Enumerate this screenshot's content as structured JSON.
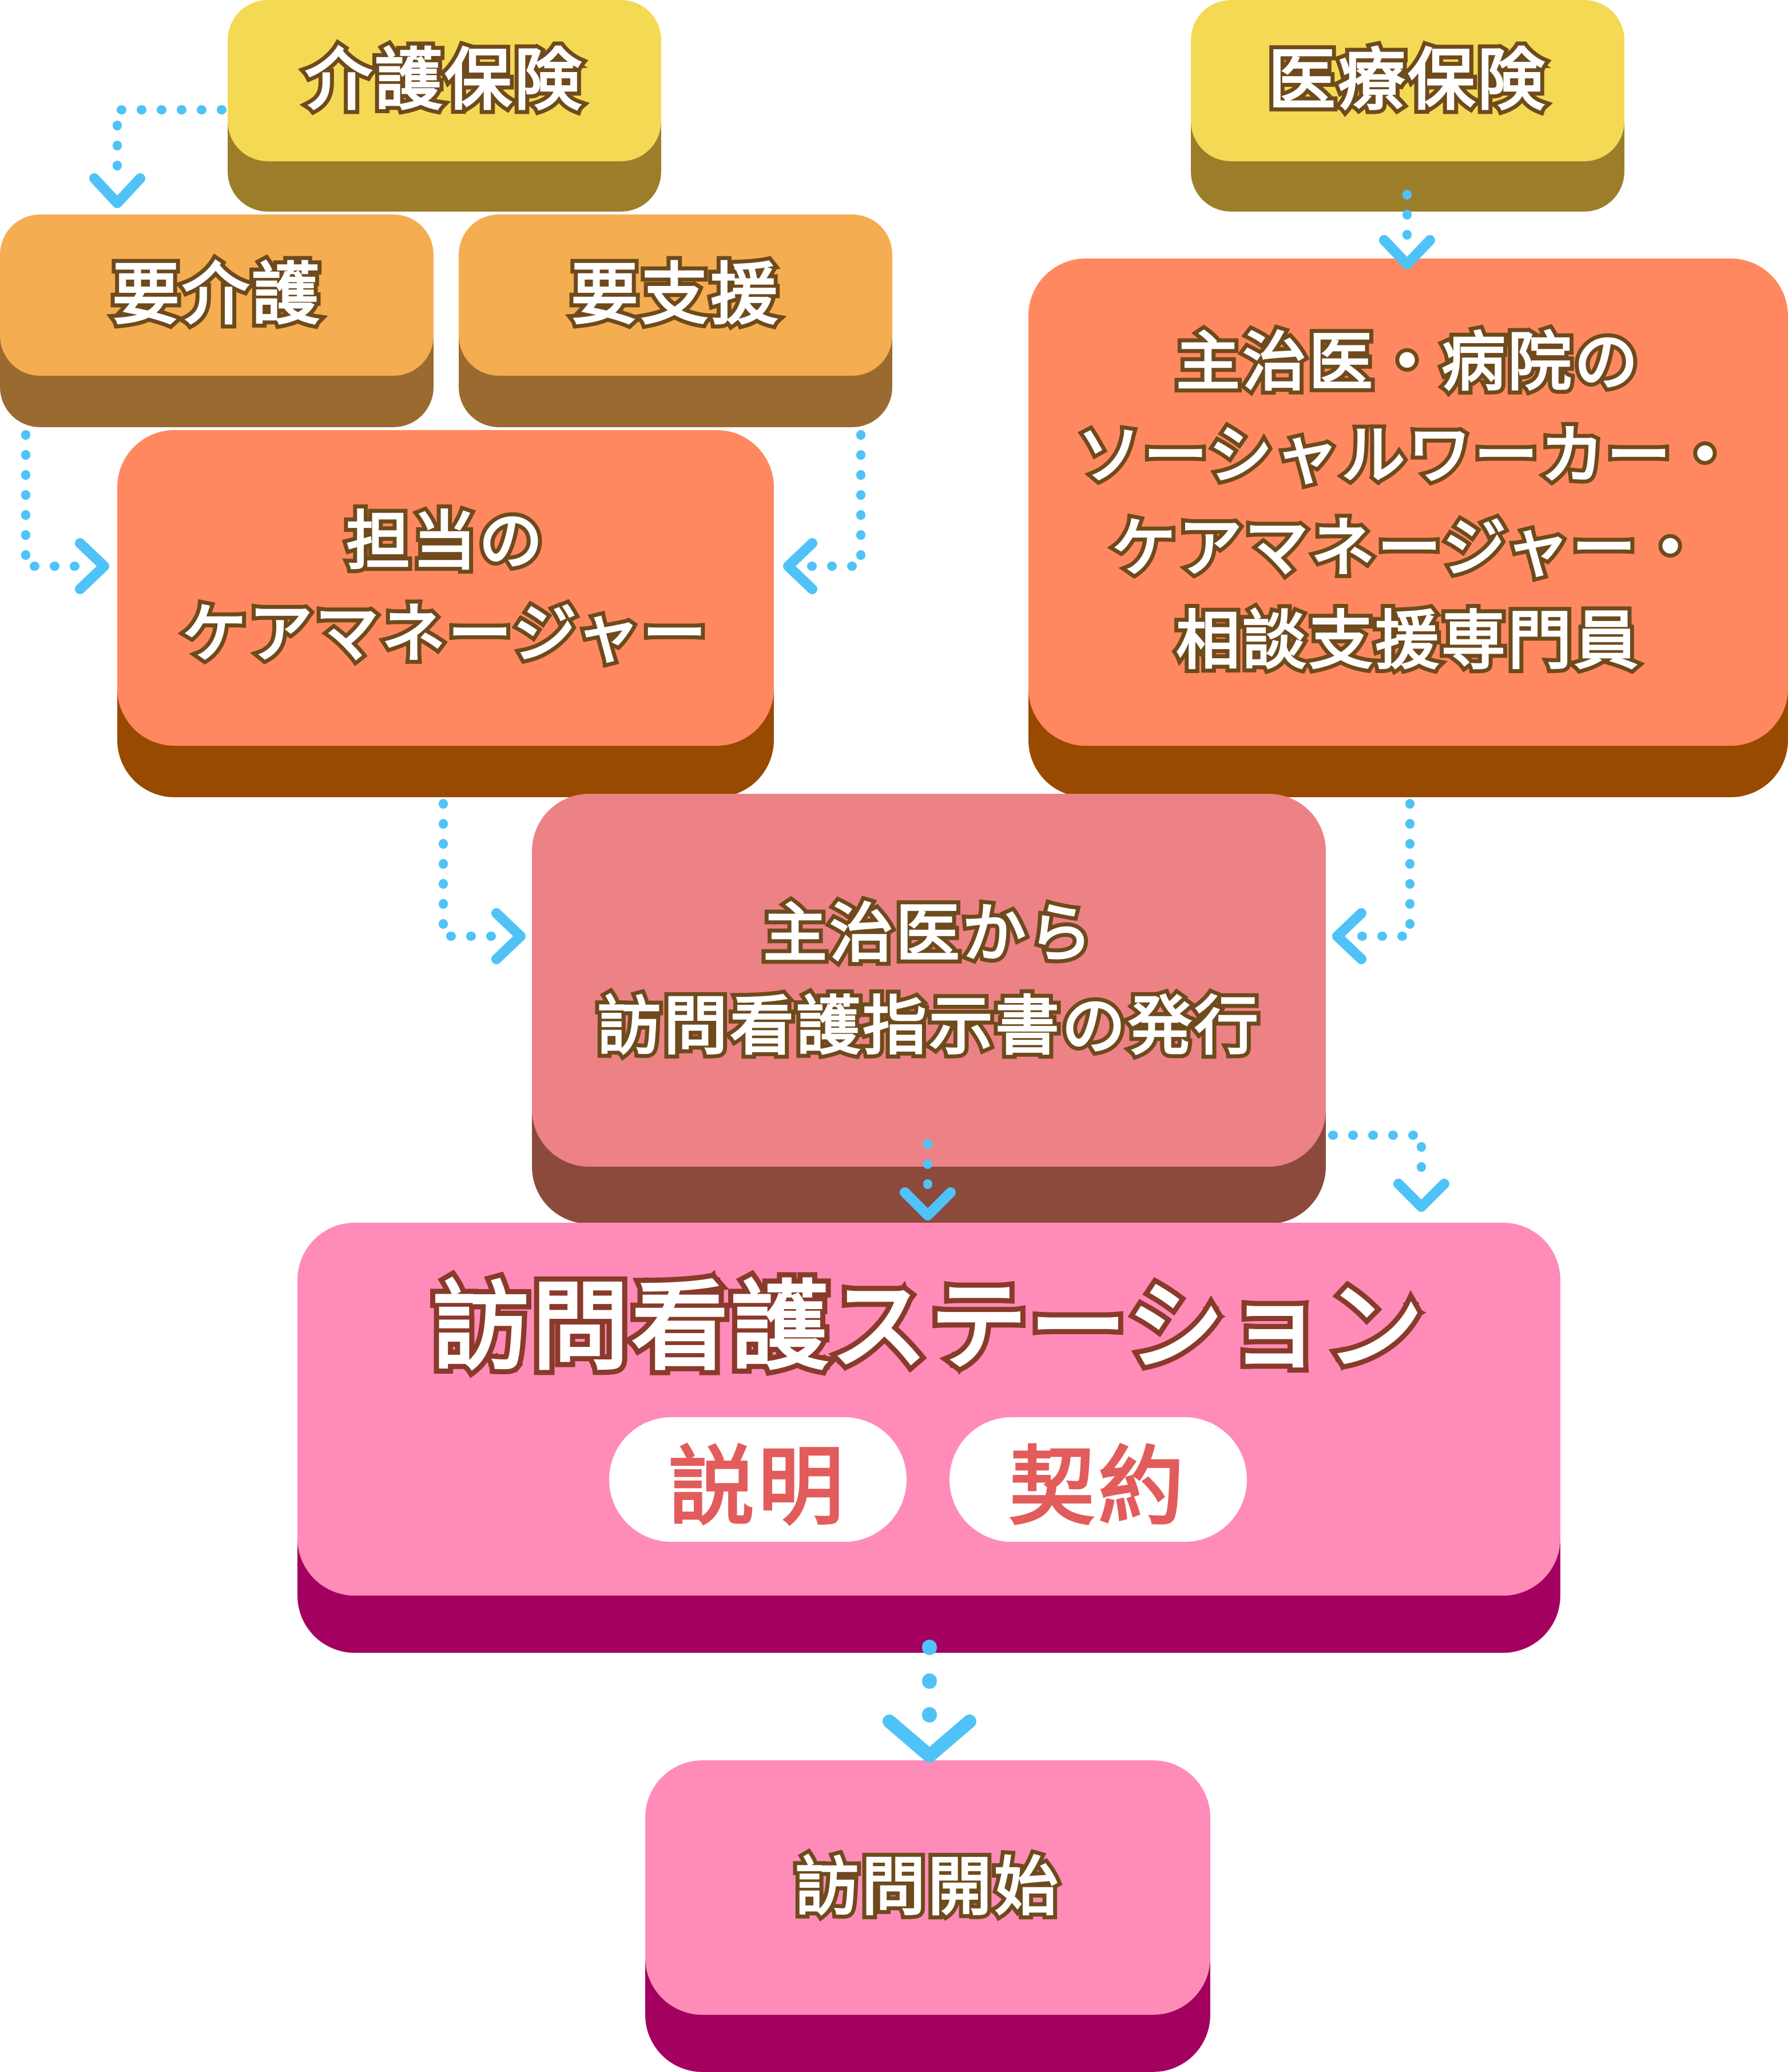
{
  "colors": {
    "yellow": "#f4d955",
    "yellow_shadow": "#9c7e2a",
    "light_orange": "#f5ad52",
    "light_orange_shadow": "#9a6a30",
    "orange": "#ff8860",
    "orange_shadow": "#984a00",
    "salmon": "#ec8285",
    "salmon_shadow": "#8b4a3b",
    "pink": "#ff8cb8",
    "pink_shadow": "#a3005f",
    "arrow": "#4fc3f7",
    "text_outline": "#6e4a1c"
  },
  "nodes": {
    "kaigo_hoken": "介護保険",
    "iryo_hoken": "医療保険",
    "yo_kaigo": "要介護",
    "yo_shien": "要支援",
    "care_manager": [
      "担当の",
      "ケアマネージャー"
    ],
    "social_worker": [
      "主治医・病院の",
      "ソーシャルワーカー・",
      "ケアマネージャー・",
      "相談支援専門員"
    ],
    "shiji_sho": [
      "主治医から",
      "訪問看護指示書の発行"
    ],
    "station": "訪問看護ステーション",
    "setsumei": "説明",
    "keiyaku": "契約",
    "homon_kaishi": "訪問開始"
  }
}
